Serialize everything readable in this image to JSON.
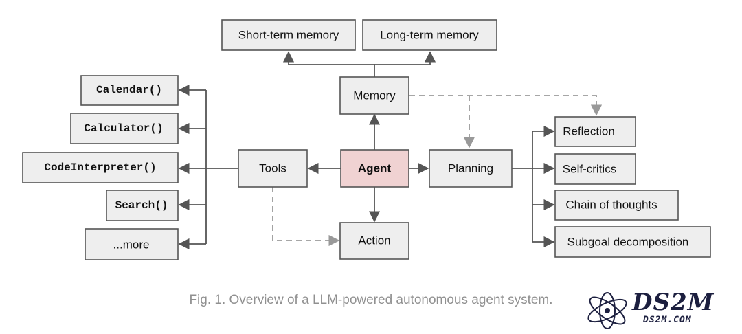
{
  "nodes": {
    "short_term_memory": "Short-term memory",
    "long_term_memory": "Long-term memory",
    "memory": "Memory",
    "agent": "Agent",
    "tools": "Tools",
    "planning": "Planning",
    "action": "Action",
    "reflection": "Reflection",
    "self_critics": "Self-critics",
    "chain_of_thoughts": "Chain of thoughts",
    "subgoal_decomposition": "Subgoal decomposition",
    "calendar": "Calendar()",
    "calculator": "Calculator()",
    "code_interpreter": "CodeInterpreter()",
    "search": "Search()",
    "more": "...more"
  },
  "caption": "Fig. 1. Overview of a LLM-powered autonomous agent system.",
  "watermark": {
    "logo_text": "DS2M",
    "site_text": "DS2M.COM"
  },
  "colors": {
    "agent_fill": "#f0d2d2",
    "box_fill": "#eeeeee",
    "border": "#555555",
    "dashed_line": "#999999",
    "caption_text": "#909090"
  }
}
